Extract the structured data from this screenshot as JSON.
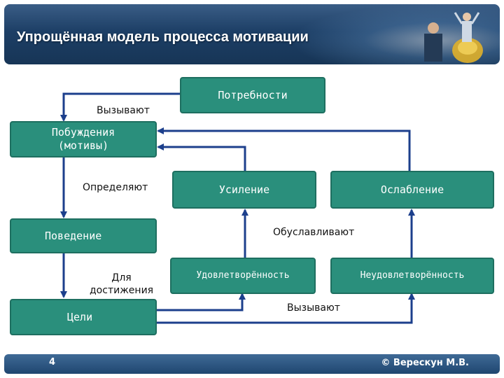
{
  "title": "Упрощённая модель процесса мотивации",
  "nodes": {
    "needs": "Потребности",
    "motives": "Побуждения\n(мотивы)",
    "behavior": "Поведение",
    "goals": "Цели",
    "strengthening": "Усиление",
    "weakening": "Ослабление",
    "satisfaction": "Удовлетворённость",
    "dissatisfaction": "Неудовлетворённость"
  },
  "labels": {
    "cause_top": "Вызывают",
    "determine": "Определяют",
    "to_achieve": "Для\nдостижения",
    "condition": "Обуславливают",
    "cause_bottom": "Вызывают"
  },
  "footer": {
    "page": "4",
    "copyright": "© Верескун М.В."
  },
  "colors": {
    "box_fill": "#2a8f7c",
    "arrow": "#1c3f8c",
    "header": "#1d3f66"
  }
}
